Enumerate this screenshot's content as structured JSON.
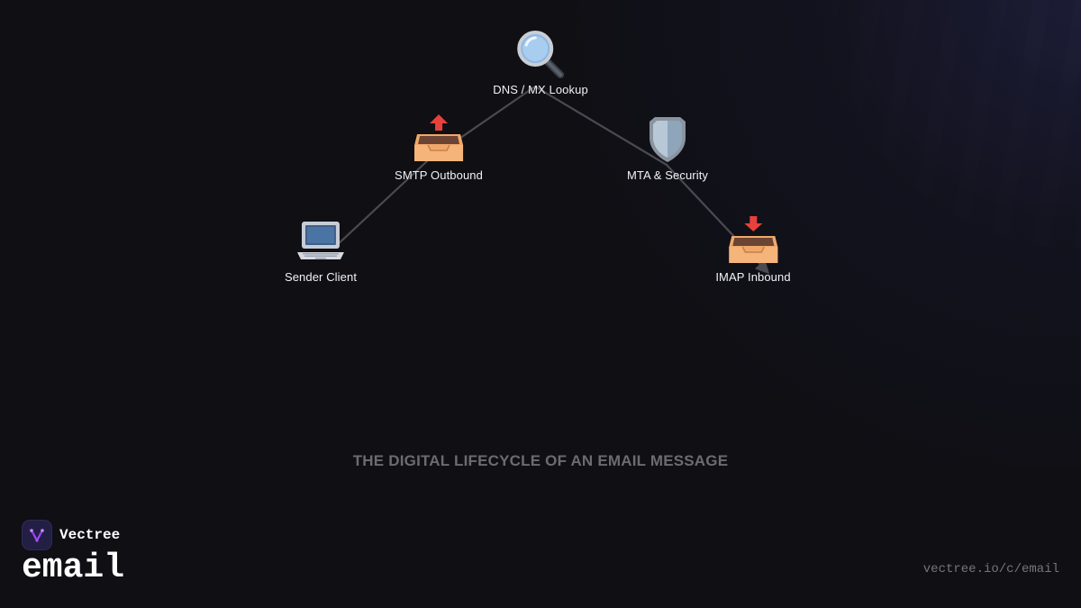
{
  "diagram": {
    "nodes": [
      {
        "id": "sender",
        "label": "Sender Client",
        "icon": "laptop-icon"
      },
      {
        "id": "smtp",
        "label": "SMTP Outbound",
        "icon": "outbox-tray-icon"
      },
      {
        "id": "dns",
        "label": "DNS / MX Lookup",
        "icon": "magnifier-icon"
      },
      {
        "id": "mta",
        "label": "MTA & Security",
        "icon": "shield-icon"
      },
      {
        "id": "imap",
        "label": "IMAP Inbound",
        "icon": "inbox-tray-icon"
      }
    ],
    "edges": [
      {
        "from": "sender",
        "to": "smtp"
      },
      {
        "from": "smtp",
        "to": "dns"
      },
      {
        "from": "dns",
        "to": "mta"
      },
      {
        "from": "mta",
        "to": "imap"
      }
    ],
    "edge_color": "#4a4a50",
    "caption": "THE DIGITAL LIFECYCLE OF AN EMAIL MESSAGE"
  },
  "brand": {
    "name": "Vectree",
    "logo_icon": "vectree-logo-icon",
    "accent": "#a64dff"
  },
  "topic": "email",
  "footer_url": "vectree.io/c/email",
  "colors": {
    "background": "#0f0f14",
    "caption": "#6b6b70",
    "tray_orange": "#f0a86a",
    "arrow_red": "#e8413b",
    "shield_blue": "#9fb4c6"
  }
}
